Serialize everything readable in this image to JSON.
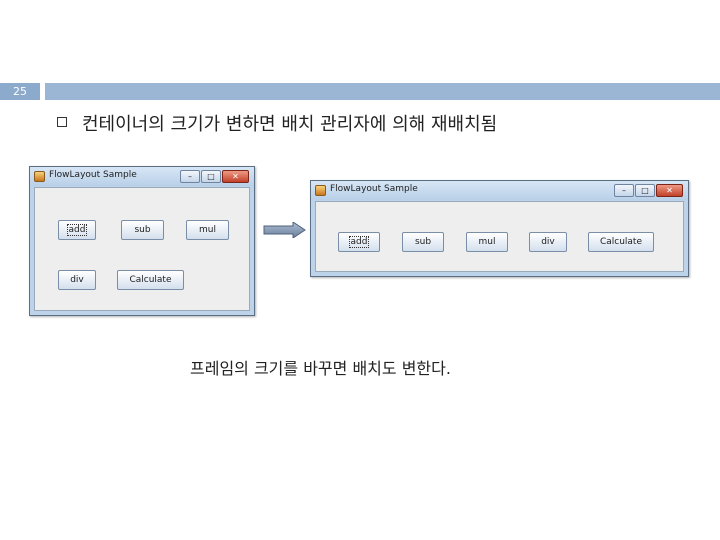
{
  "slide": {
    "page_number": "25",
    "bullet_text": "컨테이너의 크기가 변하면 배치 관리자에 의해 재배치됨",
    "caption": "프레임의 크기를 바꾸면 배치도 변한다."
  },
  "window_small": {
    "title": "FlowLayout Sample",
    "buttons": [
      "add",
      "sub",
      "mul",
      "div",
      "Calculate"
    ]
  },
  "window_large": {
    "title": "FlowLayout Sample",
    "buttons": [
      "add",
      "sub",
      "mul",
      "div",
      "Calculate"
    ]
  },
  "window_controls": {
    "minimize": "–",
    "maximize": "□",
    "close": "✕"
  },
  "icons": {
    "arrow": "right-arrow-icon",
    "app": "java-app-icon",
    "bullet": "square-bullet-icon"
  },
  "colors": {
    "header_bar": "#9bb5d4",
    "page_num_bg": "#8caacc"
  }
}
